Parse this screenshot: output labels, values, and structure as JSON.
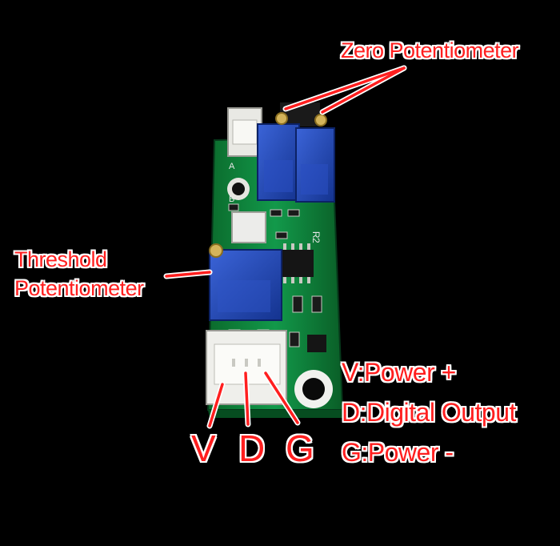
{
  "labels": {
    "zero_potentiometer": "Zero Potentiometer",
    "threshold_line1": "Threshold",
    "threshold_line2": "Potentiometer",
    "pin_v": "V",
    "pin_d": "D",
    "pin_g": "G",
    "legend_v": "V:Power +",
    "legend_d": "D:Digital Output",
    "legend_g": "G:Power -"
  },
  "board": {
    "silkscreen": [
      "A",
      "B",
      "R2"
    ]
  },
  "colors": {
    "background": "#000000",
    "label_red": "#ff1f1f",
    "label_outline": "#ffffff",
    "pcb_green": "#0f8a3c",
    "potentiometer_blue": "#1f45b5"
  }
}
